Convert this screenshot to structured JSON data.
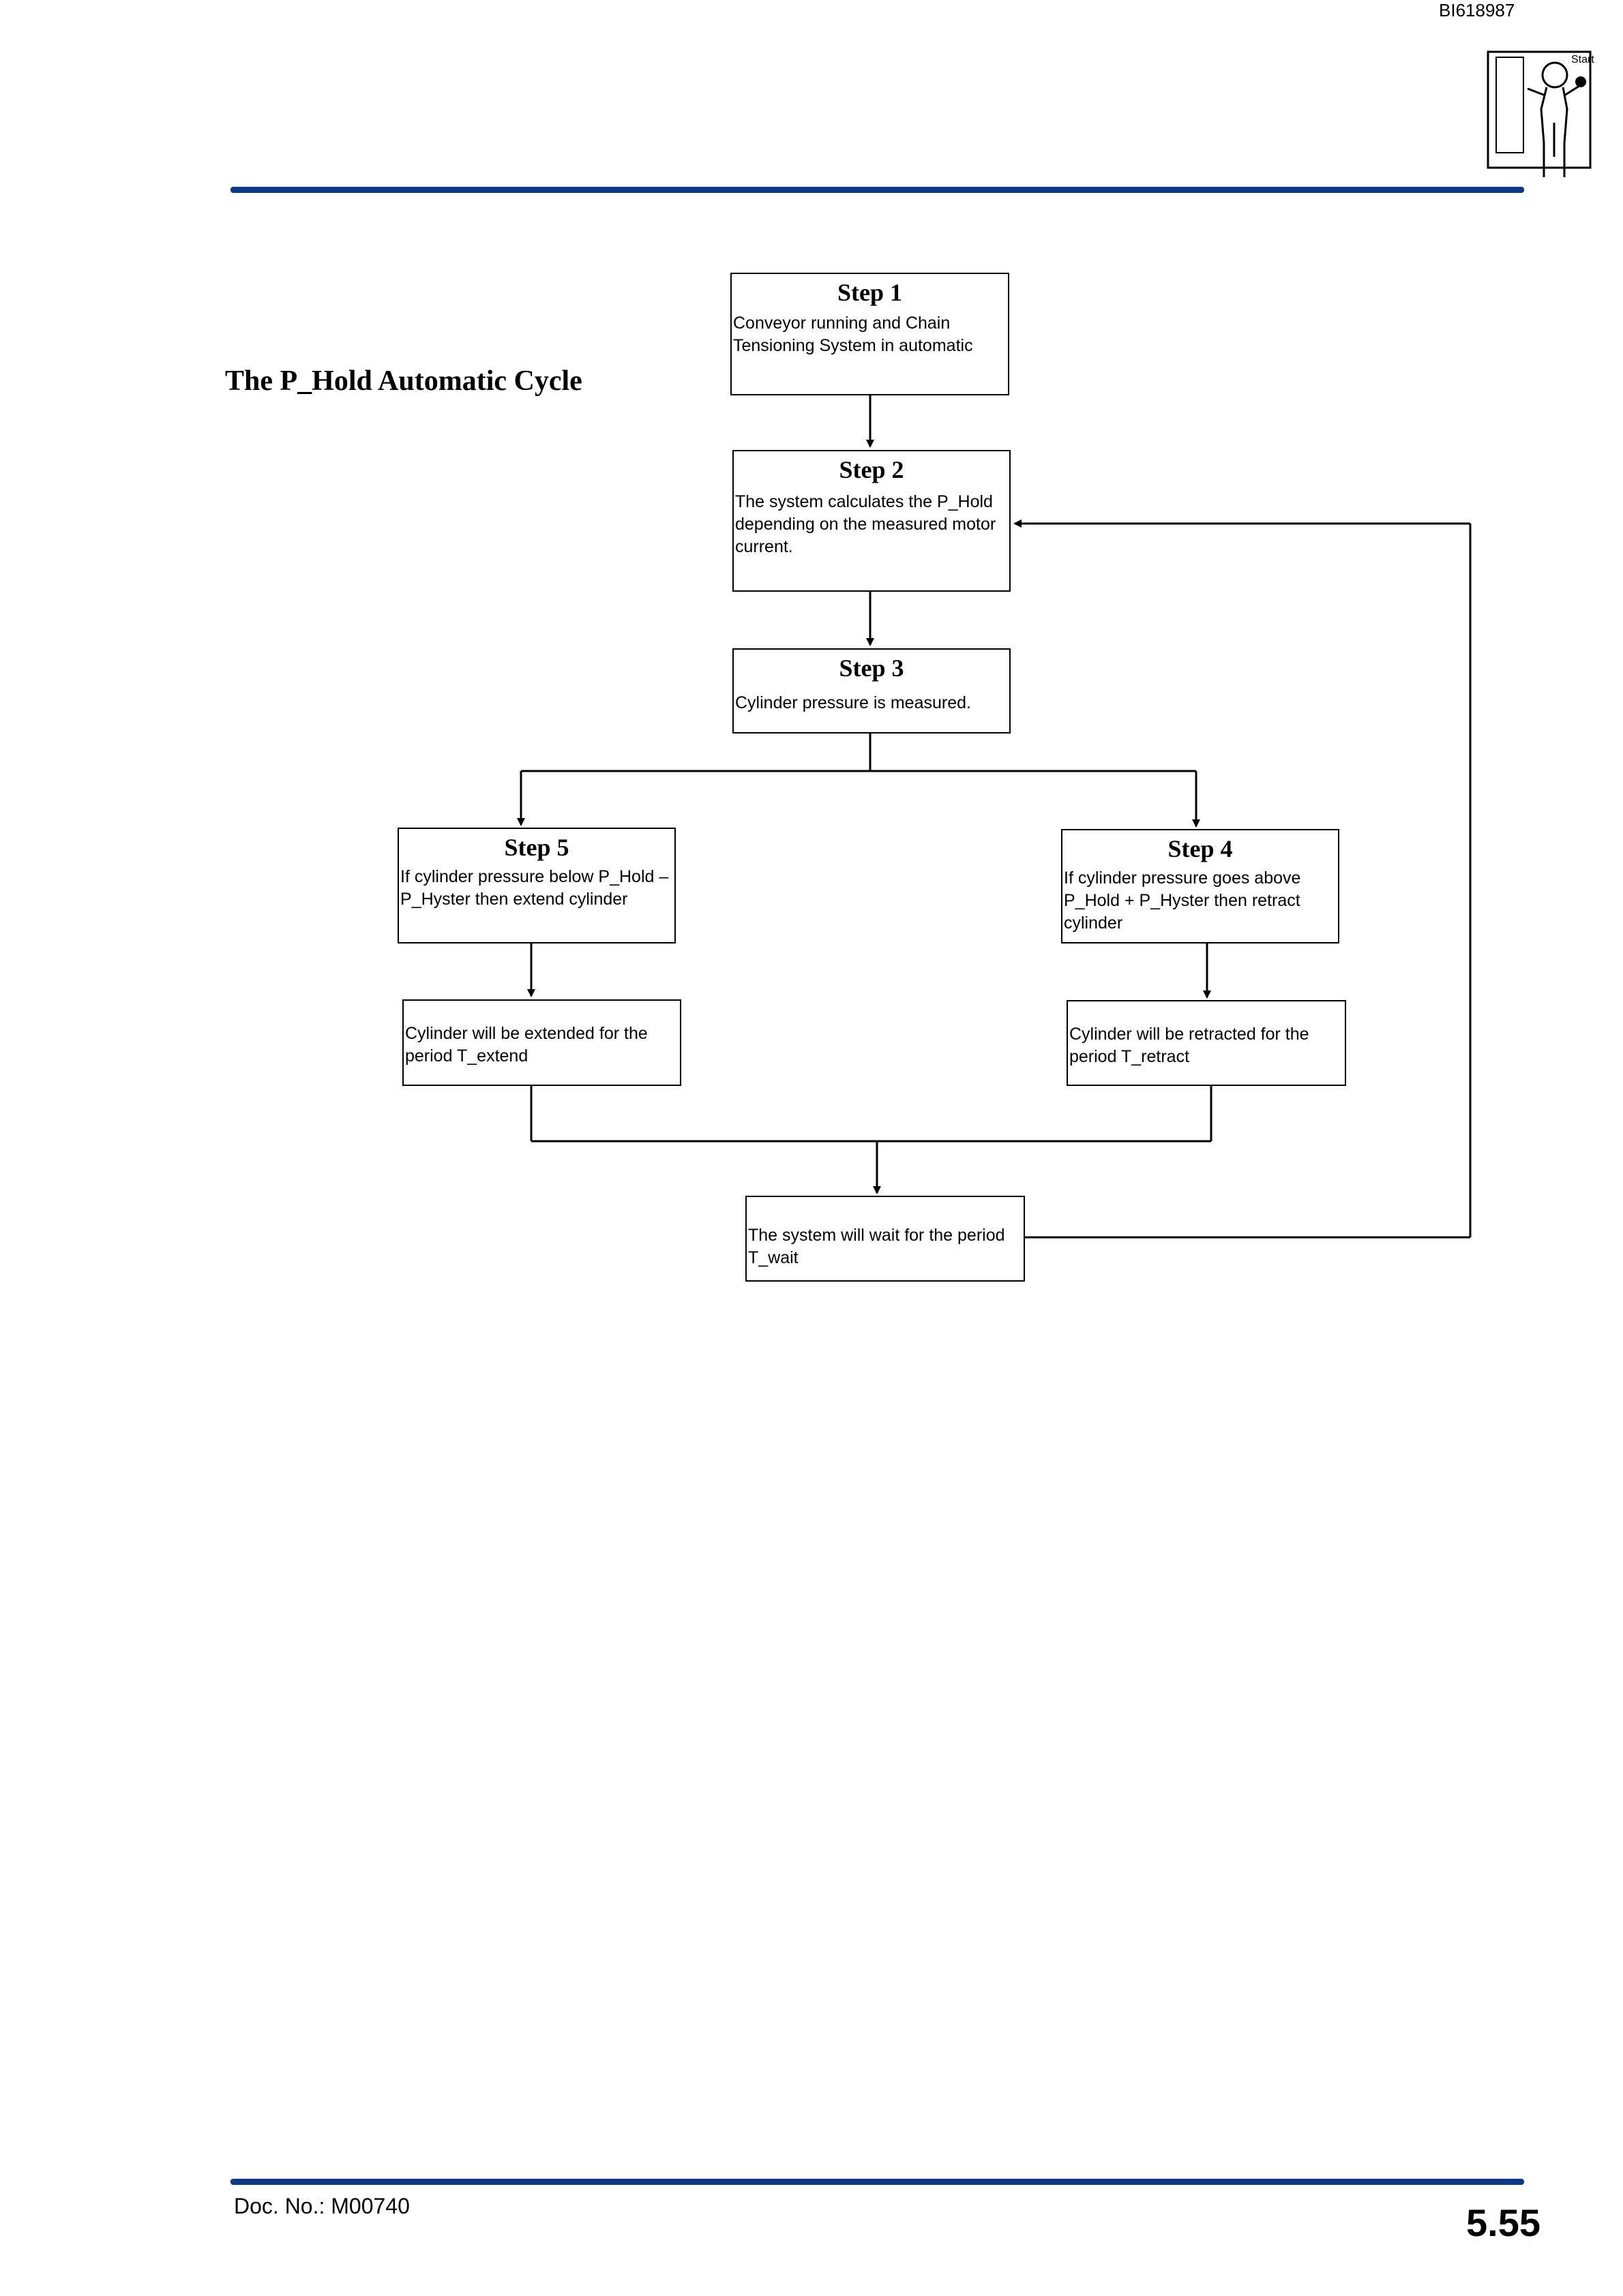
{
  "header": {
    "doc_id": "BI618987",
    "logo_label": "Start"
  },
  "heading": "The P_Hold Automatic Cycle",
  "flowchart": {
    "step1": {
      "title": "Step 1",
      "text": "Conveyor running and Chain Tensioning System in automatic"
    },
    "step2": {
      "title": "Step 2",
      "text": "The system calculates the P_Hold depending on the measured motor current."
    },
    "step3": {
      "title": "Step 3",
      "text": "Cylinder pressure is measured."
    },
    "step5": {
      "title": "Step 5",
      "text": "If cylinder pressure below P_Hold – P_Hyster then extend cylinder"
    },
    "step4": {
      "title": "Step 4",
      "text": "If cylinder pressure goes above P_Hold + P_Hyster then retract cylinder"
    },
    "extend": {
      "text": "Cylinder will be extended for the period T_extend"
    },
    "retract": {
      "text": "Cylinder will be retracted for the period T_retract"
    },
    "wait": {
      "text": "The system will wait for the period T_wait"
    }
  },
  "footer": {
    "doc_no": "Doc. No.: M00740",
    "page_number": "5.55"
  },
  "colors": {
    "rule": "#0b3a8c"
  }
}
